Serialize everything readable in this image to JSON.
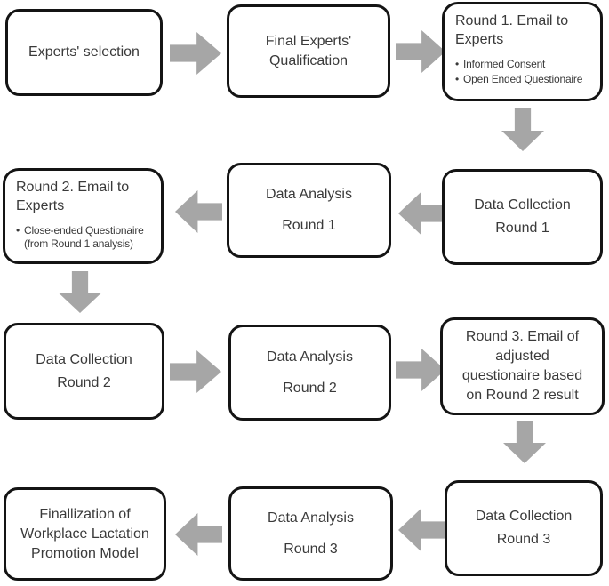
{
  "colors": {
    "box_border": "#141414",
    "box_fill": "#ffffff",
    "arrow": "#a6a6a6",
    "text": "#3a3a3a",
    "background": "#ffffff"
  },
  "boxes": [
    {
      "name": "experts-selection",
      "lines": [
        "Experts' selection"
      ]
    },
    {
      "name": "final-experts-qualification",
      "lines": [
        "Final Experts'",
        "Qualification"
      ]
    },
    {
      "name": "round-1-email-to-experts",
      "title": "Round 1. Email to Experts",
      "bullets": [
        "Informed Consent",
        "Open Ended Questionaire"
      ]
    },
    {
      "name": "round-2-email-to-experts",
      "title": "Round 2. Email to Experts",
      "bullets": [
        "Close-ended Questionaire (from Round 1 analysis)"
      ]
    },
    {
      "name": "data-analysis-round-1",
      "lines": [
        "Data Analysis",
        "Round 1"
      ]
    },
    {
      "name": "data-collection-round-1",
      "lines": [
        "Data Collection",
        "Round 1"
      ]
    },
    {
      "name": "data-collection-round-2",
      "lines": [
        "Data Collection",
        "Round 2"
      ]
    },
    {
      "name": "data-analysis-round-2",
      "lines": [
        "Data Analysis",
        "Round 2"
      ]
    },
    {
      "name": "round-3-email-adjusted-questionaire",
      "lines": [
        "Round 3. Email of",
        "adjusted",
        "questionaire based",
        "on Round 2 result"
      ]
    },
    {
      "name": "finalization-of-model",
      "lines": [
        "Finallization of",
        "Workplace Lactation",
        "Promotion Model"
      ]
    },
    {
      "name": "data-analysis-round-3",
      "lines": [
        "Data Analysis",
        "Round 3"
      ]
    },
    {
      "name": "data-collection-round-3",
      "lines": [
        "Data Collection",
        "Round 3"
      ]
    }
  ],
  "arrows": [
    {
      "name": "arrow-1",
      "direction": "right"
    },
    {
      "name": "arrow-2",
      "direction": "right"
    },
    {
      "name": "arrow-3",
      "direction": "down"
    },
    {
      "name": "arrow-4",
      "direction": "left"
    },
    {
      "name": "arrow-5",
      "direction": "left"
    },
    {
      "name": "arrow-6",
      "direction": "down"
    },
    {
      "name": "arrow-7",
      "direction": "right"
    },
    {
      "name": "arrow-8",
      "direction": "right"
    },
    {
      "name": "arrow-9",
      "direction": "down"
    },
    {
      "name": "arrow-10",
      "direction": "left"
    },
    {
      "name": "arrow-11",
      "direction": "left"
    }
  ]
}
